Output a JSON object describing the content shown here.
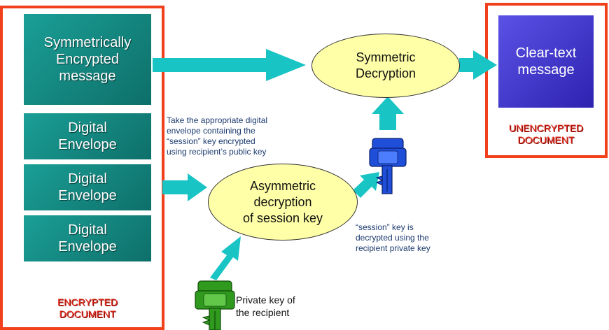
{
  "left_panel": {
    "symmetric_box": [
      "Symmetrically",
      "Encrypted",
      "message"
    ],
    "envelopes": [
      [
        "Digital",
        "Envelope"
      ],
      [
        "Digital",
        "Envelope"
      ],
      [
        "Digital",
        "Envelope"
      ]
    ],
    "label": [
      "ENCRYPTED",
      "DOCUMENT"
    ]
  },
  "right_panel": {
    "message": [
      "Clear-text",
      "message"
    ],
    "label": [
      "UNENCRYPTED",
      "DOCUMENT"
    ]
  },
  "symmetric_decryption": [
    "Symmetric",
    "Decryption"
  ],
  "asymmetric_decryption": [
    "Asymmetric",
    "decryption",
    "of session key"
  ],
  "notes": {
    "envelope_note": [
      "Take the appropriate digital",
      "envelope containing the",
      "“session” key encrypted",
      "using recipient’s public key"
    ],
    "session_key_note": [
      "“session” key is",
      "decrypted using the",
      "recipient private key"
    ],
    "private_key_note": [
      "Private key of",
      "the recipient"
    ]
  },
  "colors": {
    "frame": "#f0401c",
    "teal": "#137f78",
    "arrow": "#19c4c4",
    "ellipse": "#ffffa8",
    "clear_text": "#3a30cc",
    "session_key": "#1f4fd8",
    "private_key": "#2f9a1e"
  },
  "icons": [
    "session-key-icon",
    "private-key-icon"
  ]
}
